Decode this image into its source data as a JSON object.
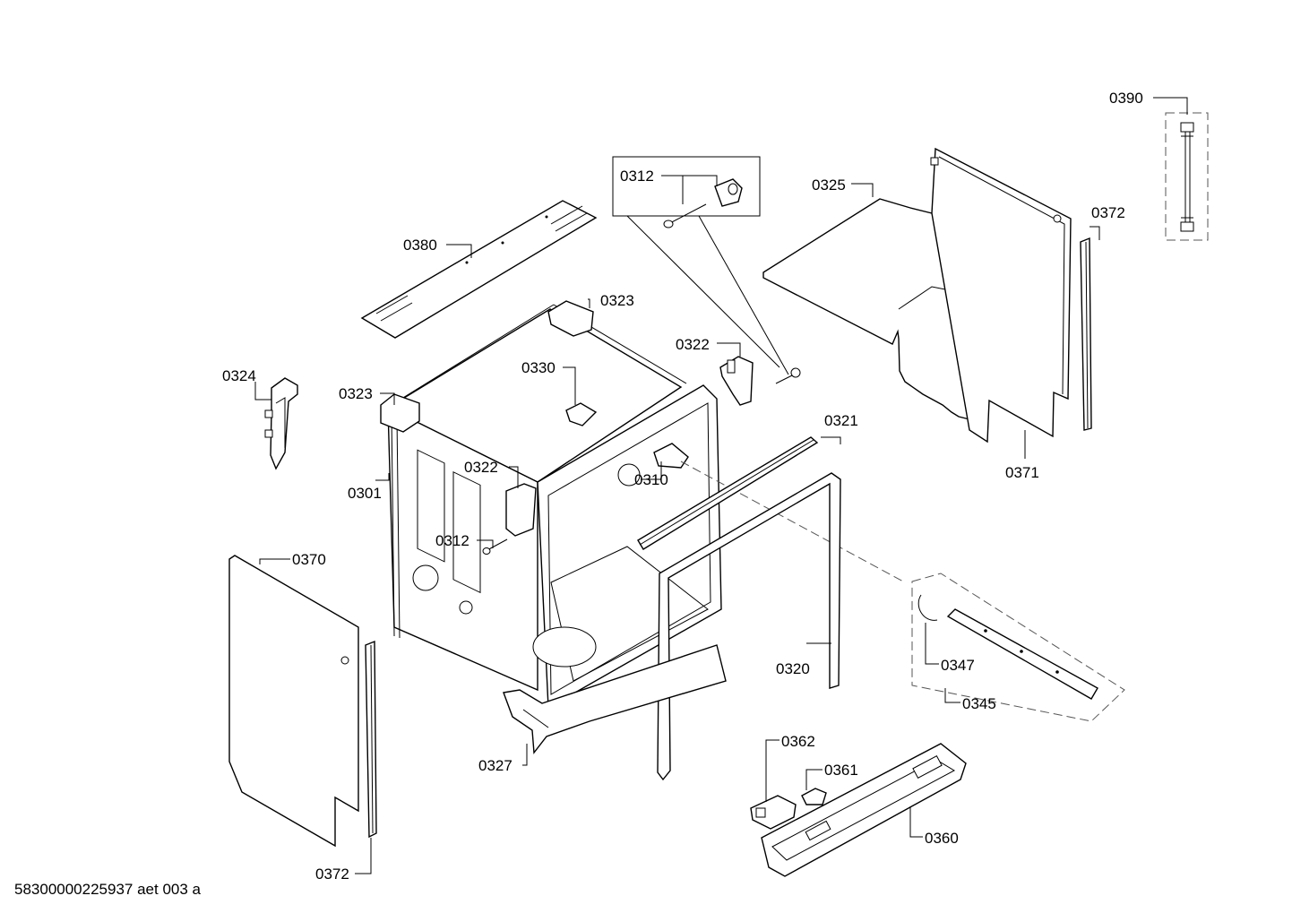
{
  "footer": {
    "drawing_id": "58300000225937 aet 003 a"
  },
  "callouts": [
    {
      "id": "c0390",
      "label": "0390"
    },
    {
      "id": "c0312a",
      "label": "0312"
    },
    {
      "id": "c0325",
      "label": "0325"
    },
    {
      "id": "c0372a",
      "label": "0372"
    },
    {
      "id": "c0380",
      "label": "0380"
    },
    {
      "id": "c0323a",
      "label": "0323"
    },
    {
      "id": "c0322a",
      "label": "0322"
    },
    {
      "id": "c0324",
      "label": "0324"
    },
    {
      "id": "c0330",
      "label": "0330"
    },
    {
      "id": "c0323b",
      "label": "0323"
    },
    {
      "id": "c0321",
      "label": "0321"
    },
    {
      "id": "c0371",
      "label": "0371"
    },
    {
      "id": "c0322b",
      "label": "0322"
    },
    {
      "id": "c0301",
      "label": "0301"
    },
    {
      "id": "c0310",
      "label": "0310"
    },
    {
      "id": "c0312b",
      "label": "0312"
    },
    {
      "id": "c0370",
      "label": "0370"
    },
    {
      "id": "c0347",
      "label": "0347"
    },
    {
      "id": "c0320",
      "label": "0320"
    },
    {
      "id": "c0345",
      "label": "0345"
    },
    {
      "id": "c0362",
      "label": "0362"
    },
    {
      "id": "c0327",
      "label": "0327"
    },
    {
      "id": "c0361",
      "label": "0361"
    },
    {
      "id": "c0360",
      "label": "0360"
    },
    {
      "id": "c0372b",
      "label": "0372"
    }
  ]
}
